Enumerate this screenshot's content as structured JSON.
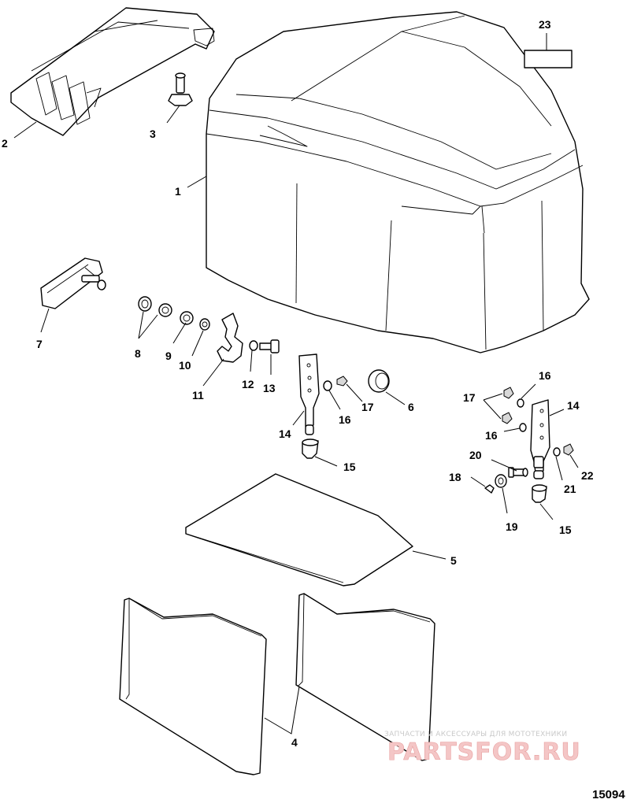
{
  "callouts": {
    "c1": "1",
    "c2": "2",
    "c3": "3",
    "c4": "4",
    "c5": "5",
    "c6": "6",
    "c7": "7",
    "c8": "8",
    "c9": "9",
    "c10": "10",
    "c11": "11",
    "c12": "12",
    "c13": "13",
    "c14a": "14",
    "c14b": "14",
    "c15a": "15",
    "c15b": "15",
    "c16a": "16",
    "c16b": "16",
    "c16c": "16",
    "c17a": "17",
    "c17b": "17",
    "c18": "18",
    "c19": "19",
    "c20": "20",
    "c21": "21",
    "c22": "22",
    "c23": "23"
  },
  "diagram_id": "15094",
  "watermark": {
    "tagline": "ЗАПЧАСТИ И АКСЕССУАРЫ ДЛЯ МОТОТЕХНИКИ",
    "logo": "PARTSFOR.RU"
  }
}
